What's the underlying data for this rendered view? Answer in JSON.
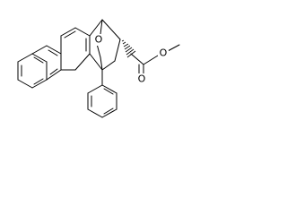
{
  "molecule": {
    "atoms": {
      "bridge_oxygen": "O",
      "carbonyl_oxygen": "O",
      "ester_oxygen": "O"
    }
  },
  "colors": {
    "bond": "#000000",
    "background": "#ffffff"
  }
}
